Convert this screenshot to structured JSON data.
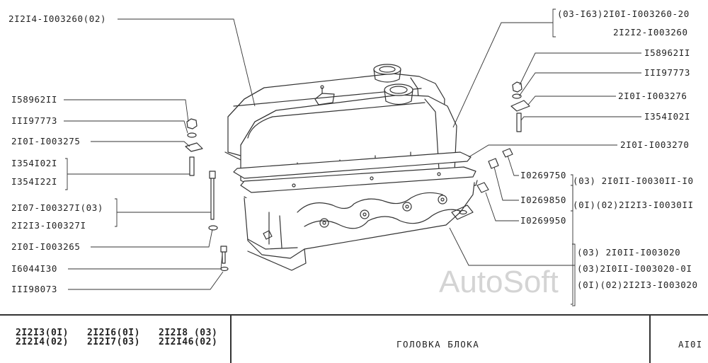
{
  "left_labels": {
    "top": "2I2I4-I003260(02)",
    "nut": "I58962II",
    "washer": "III97773",
    "plate": "2I0I-I003275",
    "stud_a": "I354I02I",
    "stud_b": "I354I22I",
    "bolt_a": "2I07-I00327I(03)",
    "bolt_b": "2I2I3-I00327I",
    "washer2": "2I0I-I003265",
    "screw": "I6044I30",
    "washer3": "III98073"
  },
  "right_labels": {
    "cover_a": "(03-I63)2I0I-I003260-20",
    "cover_b": "2I2I2-I003260",
    "nut": "I58962II",
    "washer": "III97773",
    "plate": "2I0I-I003276",
    "stud": "I354I02I",
    "gasket": "2I0I-I003270",
    "plug1": "I0269750",
    "plug2": "I0269850",
    "plug3": "I0269950",
    "ref1": "(03) 2I0II-I0030II-I0",
    "ref2": "(0I)(02)2I2I3-I0030II",
    "head_a": "(03)   2I0II-I003020",
    "head_b": "(03)2I0II-I003020-0I",
    "head_c": "(0I)(02)2I2I3-I003020"
  },
  "watermark": "AutoSoft",
  "footer": {
    "codes": {
      "c1a": "2I2I3(0I)",
      "c1b": "2I2I4(02)",
      "c2a": "2I2I6(0I)",
      "c2b": "2I2I7(03)",
      "c3a": "2I2I8 (03)",
      "c3b": "2I2I46(02)"
    },
    "title": "ГОЛОВКА  БЛОКА",
    "page": "AI0I"
  }
}
